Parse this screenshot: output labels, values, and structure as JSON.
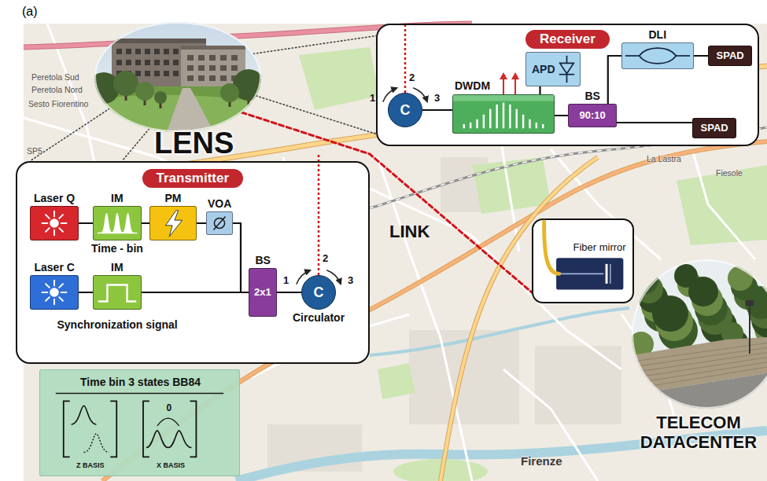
{
  "diagram": {
    "nodes": [
      {
        "text": [
          "LENS"
        ]
      },
      {
        "text": [
          "Receiver"
        ]
      },
      {
        "text": [
          "C"
        ],
        "in": 1
      },
      {
        "text": [
          "DWDM"
        ],
        "in": 1
      },
      {
        "text": [
          "APD"
        ],
        "in": 1
      },
      {
        "text": [
          "BS",
          "90:10"
        ],
        "in": 1
      },
      {
        "text": [
          "DLI"
        ],
        "in": 1
      },
      {
        "text": [
          "SPAD"
        ],
        "in": 1
      },
      {
        "text": [
          "SPAD"
        ],
        "in": 1
      },
      {
        "text": [
          "Transmitter"
        ]
      },
      {
        "text": [
          "Laser Q"
        ],
        "in": 9
      },
      {
        "text": [
          "IM",
          "Time - bin"
        ],
        "in": 9
      },
      {
        "text": [
          "PM"
        ],
        "in": 9
      },
      {
        "text": [
          "VOA"
        ],
        "in": 9
      },
      {
        "text": [
          "Laser C"
        ],
        "in": 9
      },
      {
        "text": [
          "IM",
          "Synchronization signal"
        ],
        "in": 9
      },
      {
        "text": [
          "BS",
          "2x1"
        ],
        "in": 9
      },
      {
        "text": [
          "C",
          "Circulator"
        ],
        "in": 9
      },
      {
        "text": [
          "Fiber mirror"
        ]
      },
      {
        "text": [
          "TELECOM DATACENTER"
        ]
      },
      {
        "text": [
          "Time bin 3 states BB84",
          "Z BASIS",
          "X BASIS",
          "0"
        ]
      }
    ],
    "edges": [
      {
        "from": 0,
        "to": 1,
        "arrow": "none"
      },
      {
        "from": 0,
        "to": 1,
        "arrow": "none"
      },
      {
        "from": 0,
        "to": 9,
        "arrow": "none"
      },
      {
        "from": 0,
        "to": 9,
        "arrow": "none"
      },
      {
        "from": 0,
        "to": 18,
        "label": "LINK",
        "arrow": "none"
      },
      {
        "from": 2,
        "to": 3,
        "arrow": "none"
      },
      {
        "from": 3,
        "to": 4,
        "arrow": "none"
      },
      {
        "from": 3,
        "to": 5,
        "arrow": "none"
      },
      {
        "from": 5,
        "to": 6,
        "arrow": "none"
      },
      {
        "from": 6,
        "to": 7,
        "arrow": "none"
      },
      {
        "from": 5,
        "to": 8,
        "arrow": "none"
      },
      {
        "from": 10,
        "to": 11,
        "arrow": "none"
      },
      {
        "from": 11,
        "to": 12,
        "arrow": "none"
      },
      {
        "from": 12,
        "to": 13,
        "arrow": "none"
      },
      {
        "from": 13,
        "to": 16,
        "arrow": "none"
      },
      {
        "from": 14,
        "to": 15,
        "arrow": "none"
      },
      {
        "from": 15,
        "to": 16,
        "arrow": "none"
      },
      {
        "from": 16,
        "to": 17,
        "arrow": "none"
      }
    ],
    "labels": [
      "(a)",
      "1",
      "2",
      "3",
      "1",
      "2",
      "3",
      "Peretola Sud",
      "Peretola Nord",
      "Sesto Fiorentino",
      "SP5",
      "La Lastra",
      "Fiesole",
      "Firenze"
    ]
  }
}
